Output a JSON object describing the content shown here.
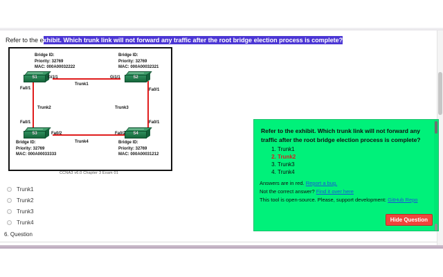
{
  "question": {
    "lead_text": "Refer to the e",
    "highlighted_text": "xhibit. Which trunk link will not forward any traffic after the root bridge election process is complete?"
  },
  "exhibit": {
    "caption": "CCNA3 v6.0 Chapter 3 Exam 01",
    "switches": [
      {
        "name": "S1",
        "bridge_id_title": "Bridge ID:",
        "priority": "Priority: 32769",
        "mac": "MAC: 000A00032222"
      },
      {
        "name": "S2",
        "bridge_id_title": "Bridge ID:",
        "priority": "Priority: 32769",
        "mac": "MAC: 000A00032321"
      },
      {
        "name": "S3",
        "bridge_id_title": "Bridge ID:",
        "priority": "Priority: 32769",
        "mac": "MAC: 000A00033333"
      },
      {
        "name": "S4",
        "bridge_id_title": "Bridge ID:",
        "priority": "Priority: 32769",
        "mac": "MAC: 000A00031212"
      }
    ],
    "trunks": [
      {
        "label": "Trunk1"
      },
      {
        "label": "Trunk2"
      },
      {
        "label": "Trunk3"
      },
      {
        "label": "Trunk4"
      }
    ],
    "interfaces": {
      "s1_gi": "Gi1/1",
      "s2_gi": "Gi1/1",
      "s1_fa": "Fa0/1",
      "s2_fa": "Fa0/1",
      "s3_fa_up": "Fa0/1",
      "s4_fa_up": "Fa0/1",
      "s3_fa_right": "Fa0/2",
      "s4_fa_left": "Fa0/2"
    }
  },
  "answers": {
    "options": [
      {
        "label": "Trunk1",
        "selected": false
      },
      {
        "label": "Trunk2",
        "selected": false
      },
      {
        "label": "Trunk3",
        "selected": false
      },
      {
        "label": "Trunk4",
        "selected": false
      }
    ]
  },
  "next_question_heading": "6. Question",
  "overlay": {
    "question_text": "Refer to the exhibit. Which trunk link will not forward any traffic after the root bridge election process is complete?",
    "options": [
      {
        "num": "1.",
        "label": "Trunk1",
        "correct": false
      },
      {
        "num": "2.",
        "label": "Trunk2",
        "correct": true
      },
      {
        "num": "3.",
        "label": "Trunk3",
        "correct": false
      },
      {
        "num": "4.",
        "label": "Trunk4",
        "correct": false
      }
    ],
    "footer": {
      "line1_text": "Answers are in red.",
      "line1_link": "Report a bug.",
      "line2_text": "Not the correct answer?",
      "line2_link": "Find it over here",
      "line3_text": "This tool is open-source. Please, support development:",
      "line3_link": "GitHub Repo"
    },
    "hide_button": "Hide Question"
  },
  "colors": {
    "overlay_bg": "#00f17a",
    "correct_answer": "#d42020",
    "link_line": "#e01b1b",
    "switch_green": "#2e8f5d",
    "selection_blue": "#4b36d4",
    "hide_button_red": "#f0453c"
  }
}
